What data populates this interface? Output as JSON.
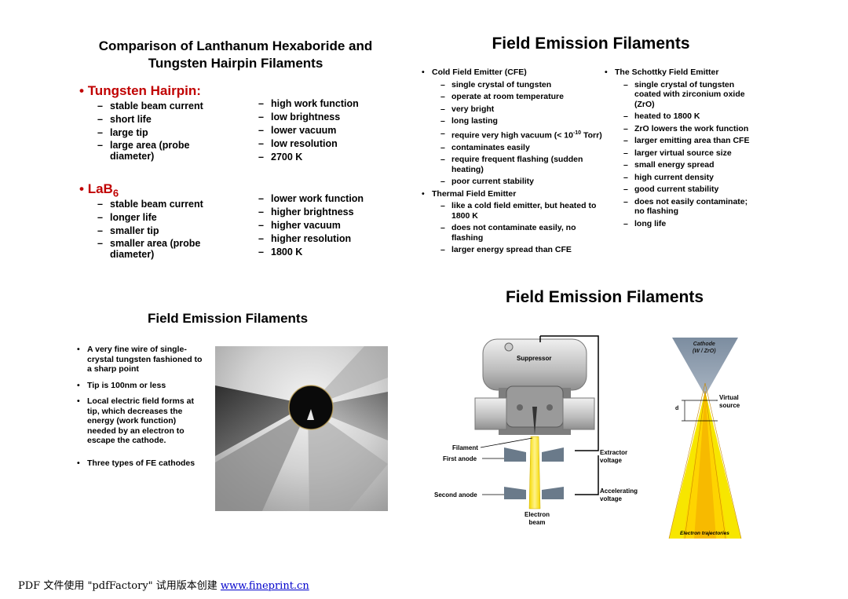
{
  "panel1": {
    "title_line1": "Comparison of Lanthanum Hexaboride and",
    "title_line2": "Tungsten Hairpin Filaments",
    "tungsten": {
      "heading": "Tungsten Hairpin:",
      "left": [
        "stable beam current",
        "short life",
        "large tip",
        "large area (probe diameter)"
      ],
      "right": [
        "high work function",
        "low brightness",
        "lower vacuum",
        "low resolution",
        "2700 K"
      ]
    },
    "lab6": {
      "heading": "LaB",
      "heading_sub": "6",
      "left": [
        "stable beam current",
        "longer life",
        "smaller tip",
        "smaller area (probe diameter)"
      ],
      "right": [
        "lower work function",
        "higher brightness",
        "higher vacuum",
        "higher resolution",
        "1800 K"
      ]
    }
  },
  "panel2": {
    "title": "Field Emission Filaments",
    "cfe": {
      "heading": "Cold Field Emitter (CFE)",
      "items": [
        "single crystal of tungsten",
        "operate at room temperature",
        "very bright",
        "long lasting"
      ],
      "vacuum_prefix": "require very high vacuum (< 10",
      "vacuum_sup": "-10",
      "vacuum_suffix": " Torr)",
      "items2": [
        "contaminates easily",
        "require frequent flashing (sudden heating)",
        "poor current stability"
      ]
    },
    "thermal": {
      "heading": "Thermal Field Emitter",
      "items": [
        "like a cold field emitter, but heated to 1800 K",
        "does not contaminate easily, no flashing",
        "larger energy spread than CFE"
      ]
    },
    "schottky": {
      "heading": "The Schottky Field Emitter",
      "items": [
        "single crystal of tungsten coated with zirconium oxide (ZrO)",
        "heated to 1800 K",
        "ZrO lowers the work function",
        "larger emitting area than CFE",
        "larger virtual source size",
        "small energy spread",
        "high current density",
        "good current stability",
        "does not easily contaminate; no flashing",
        "long life"
      ]
    }
  },
  "panel3": {
    "title": "Field Emission Filaments",
    "bullets": [
      "A very fine wire of single-crystal tungsten fashioned to a sharp point",
      "Tip is 100nm or less",
      "Local electric field forms at tip, which decreases the energy (work function) needed by an electron to escape the cathode.",
      "Three types of FE cathodes"
    ]
  },
  "panel4": {
    "title": "Field Emission Filaments",
    "labels": {
      "suppressor": "Suppressor",
      "filament": "Filament",
      "first_anode": "First anode",
      "second_anode": "Second anode",
      "extractor_1": "Extractor",
      "extractor_2": "voltage",
      "accel_1": "Accelerating",
      "accel_2": "voltage",
      "beam_1": "Electron",
      "beam_2": "beam",
      "cathode_1": "Cathode",
      "cathode_2": "(W / ZrO)",
      "virtual_1": "Virtual",
      "virtual_2": "source",
      "d": "d",
      "trajectories": "Electron trajectories"
    }
  },
  "footer": {
    "text": "PDF 文件使用 \"pdfFactory\" 试用版本创建 ",
    "link": "www.fineprint.cn"
  }
}
